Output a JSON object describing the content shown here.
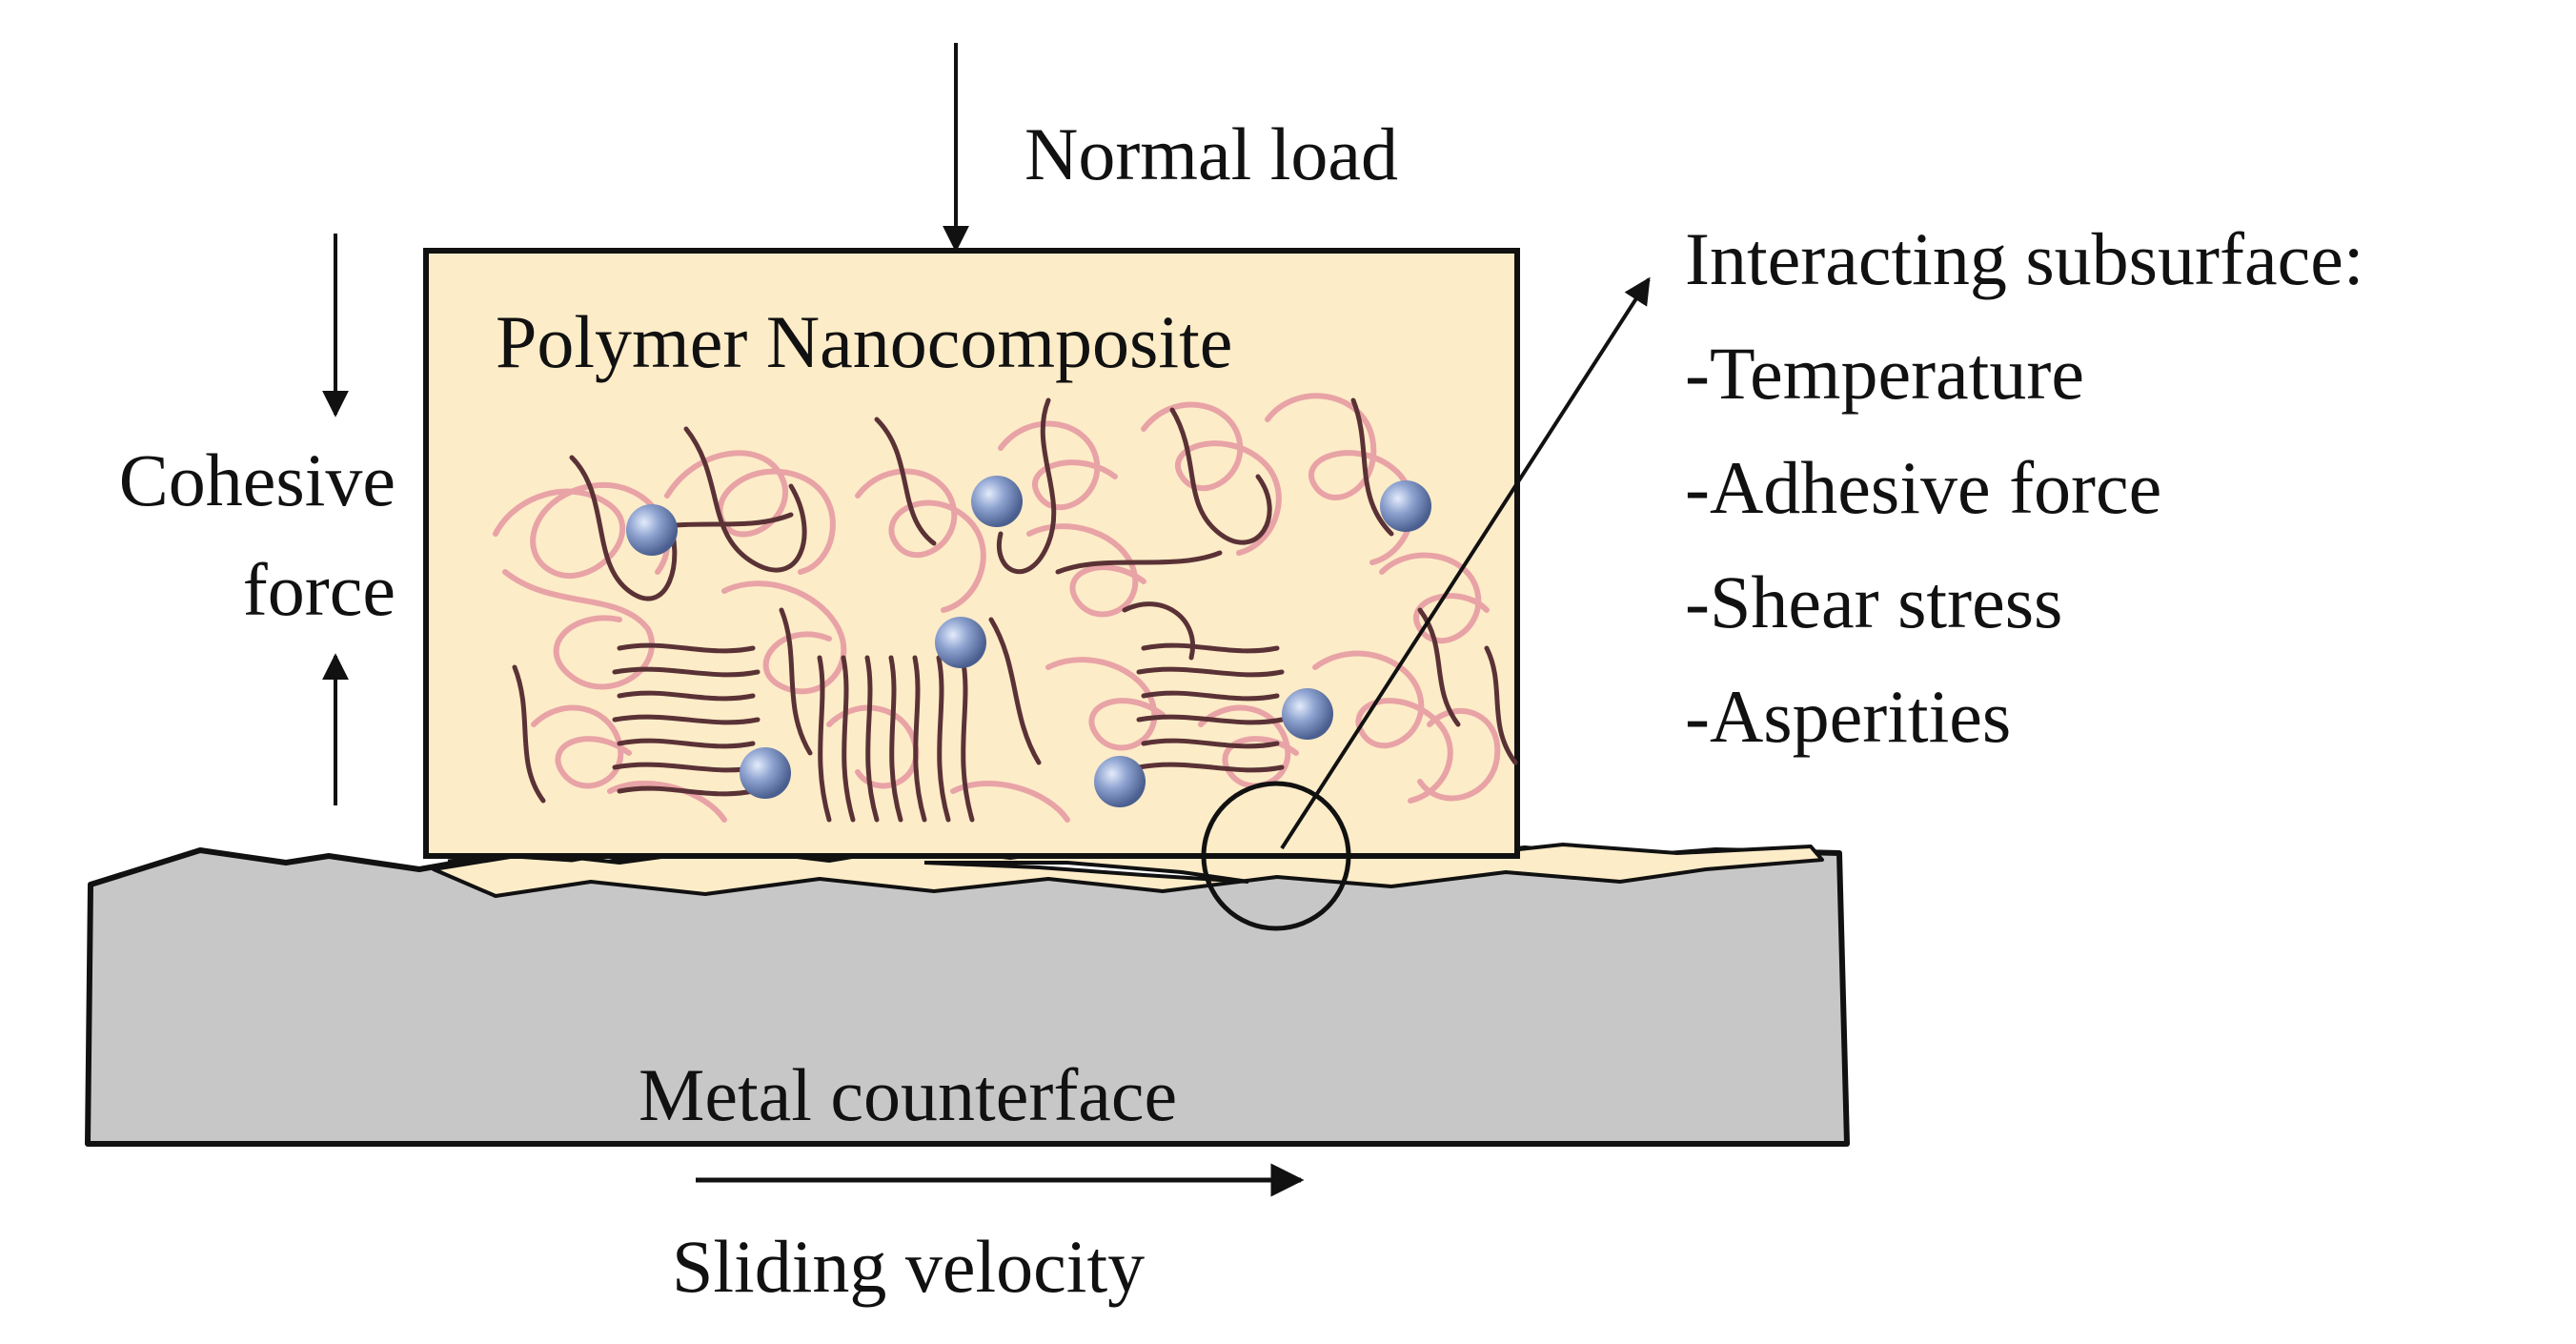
{
  "labels": {
    "normal_load": "Normal load",
    "polymer": "Polymer Nanocomposite",
    "cohesive_line1": "Cohesive",
    "cohesive_line2": "force",
    "subsurface_title": "Interacting subsurface:",
    "subsurface_items": [
      "-Temperature",
      "-Adhesive force",
      "-Shear stress",
      "-Asperities"
    ],
    "metal": "Metal counterface",
    "sliding": "Sliding velocity"
  },
  "colors": {
    "polymer_fill": "#fdecc8",
    "metal_fill": "#c8c7c8",
    "chain_pink": "#e8a3a6",
    "chain_dark": "#5a3236",
    "nanoparticle": "#7f95c4",
    "outline": "#111111"
  }
}
